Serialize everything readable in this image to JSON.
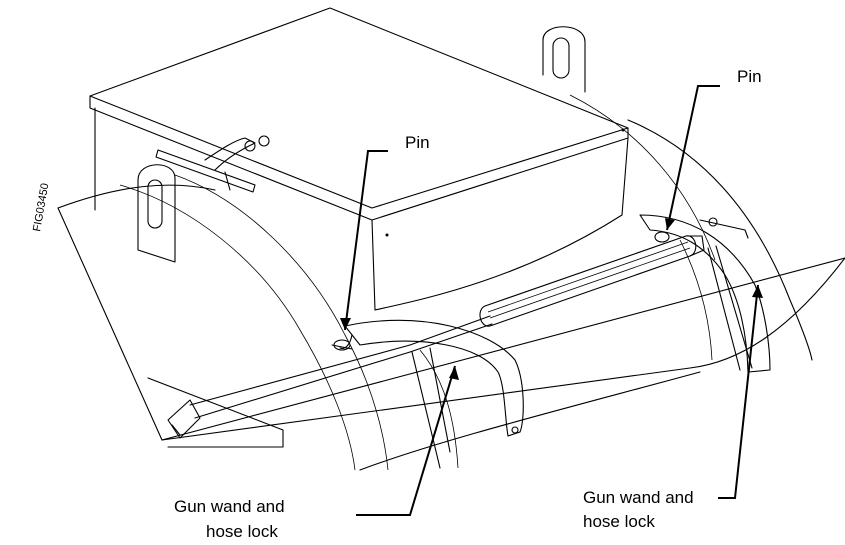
{
  "figure_id": "FIG03450",
  "callouts": {
    "pin_left": "Pin",
    "pin_right": "Pin",
    "lock_left_line1": "Gun wand and",
    "lock_left_line2": "hose lock",
    "lock_right_line1": "Gun wand and",
    "lock_right_line2": "hose lock"
  }
}
